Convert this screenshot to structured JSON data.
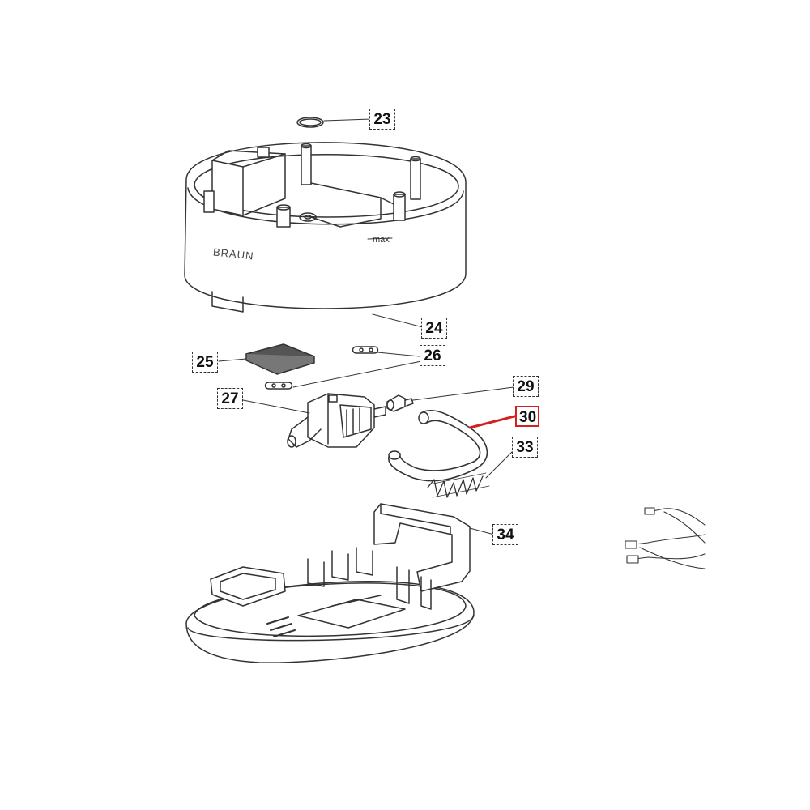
{
  "diagram": {
    "parts": [
      {
        "id": "23",
        "label": "23"
      },
      {
        "id": "24",
        "label": "24"
      },
      {
        "id": "25",
        "label": "25"
      },
      {
        "id": "26",
        "label": "26"
      },
      {
        "id": "27",
        "label": "27"
      },
      {
        "id": "29",
        "label": "29"
      },
      {
        "id": "30",
        "label": "30",
        "highlighted": true
      },
      {
        "id": "33",
        "label": "33"
      },
      {
        "id": "34",
        "label": "34"
      }
    ],
    "brand_text": "BRAUN",
    "max_text": "max",
    "colors": {
      "line": "#333333",
      "highlight": "#d42020",
      "pad": "#555555"
    }
  }
}
